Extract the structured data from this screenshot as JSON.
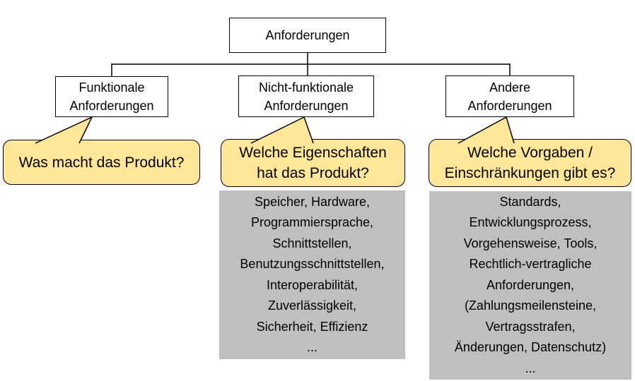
{
  "diagram": {
    "title": "Anforderungen classification tree",
    "root_label": "Anforderungen",
    "branches": [
      {
        "box": "Funktionale\nAnforderungen",
        "question": "Was macht das Produkt?",
        "examples": null
      },
      {
        "box": "Nicht-funktionale\nAnforderungen",
        "question": "Welche Eigenschaften\nhat das Produkt?",
        "examples": "Speicher, Hardware,\nProgrammiersprache,\nSchnittstellen,\nBenutzungsschnittstellen,\nInteroperabilität,\nZuverlässigkeit,\nSicherheit, Effizienz\n..."
      },
      {
        "box": "Andere\nAnforderungen",
        "question": "Welche Vorgaben /\nEinschränkungen gibt es?",
        "examples": "Standards,\nEntwicklungsprozess,\nVorgehensweise, Tools,\nRechtlich-vertragliche\nAnforderungen,\n(Zahlungsmeilensteine,\nVertragsstrafen,\nÄnderungen, Datenschutz)\n..."
      }
    ]
  },
  "colors": {
    "box_fill": "#FFFFFF",
    "box_border": "#000000",
    "bubble_fill": "#FFE699",
    "bubble_border": "#000000",
    "examples_fill": "#BFBFBF",
    "line": "#000000"
  }
}
